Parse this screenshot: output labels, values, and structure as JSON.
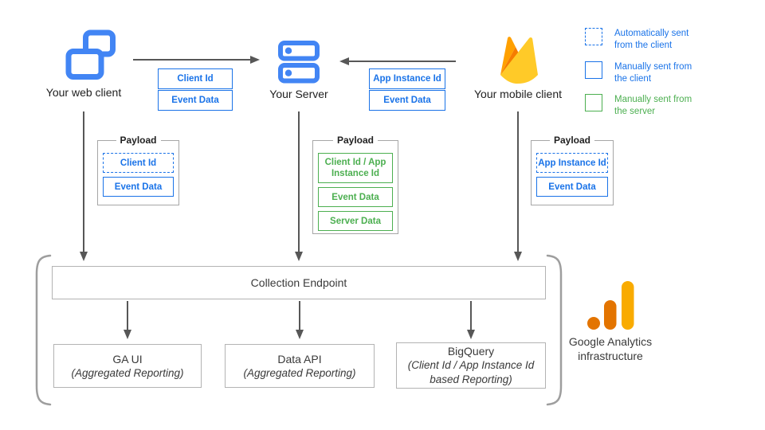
{
  "entities": {
    "web_client": {
      "label": "Your web client",
      "icon": "overlapping-browser-windows-icon"
    },
    "server": {
      "label": "Your Server",
      "icon": "server-stack-icon"
    },
    "mobile_client": {
      "label": "Your mobile client",
      "icon": "firebase-flame-icon"
    }
  },
  "flow_labels": {
    "web_to_server": [
      "Client Id",
      "Event Data"
    ],
    "mobile_to_server": [
      "App Instance Id",
      "Event Data"
    ]
  },
  "legend": {
    "items": [
      {
        "label": "Automatically sent from the client",
        "swatch": "dashed-blue"
      },
      {
        "label": "Manually sent from the client",
        "swatch": "solid-blue"
      },
      {
        "label": "Manually sent from the server",
        "swatch": "solid-green"
      }
    ]
  },
  "payloads": {
    "web": {
      "title": "Payload",
      "items": [
        {
          "label": "Client Id",
          "style": "dashed-blue"
        },
        {
          "label": "Event Data",
          "style": "solid-blue"
        }
      ]
    },
    "server": {
      "title": "Payload",
      "items": [
        {
          "label": "Client Id / App Instance Id",
          "style": "solid-green"
        },
        {
          "label": "Event Data",
          "style": "solid-green"
        },
        {
          "label": "Server Data",
          "style": "solid-green"
        }
      ]
    },
    "mobile": {
      "title": "Payload",
      "items": [
        {
          "label": "App Instance Id",
          "style": "dashed-blue"
        },
        {
          "label": "Event Data",
          "style": "solid-blue"
        }
      ]
    }
  },
  "infrastructure": {
    "collection_endpoint": "Collection Endpoint",
    "nodes": [
      {
        "name": "GA UI",
        "sub": "(Aggregated Reporting)"
      },
      {
        "name": "Data API",
        "sub": "(Aggregated Reporting)"
      },
      {
        "name": "BigQuery",
        "sub": "(Client Id / App Instance Id based Reporting)"
      }
    ],
    "brand": {
      "logo": "google-analytics-logo",
      "line1": "Google Analytics",
      "line2": "infrastructure"
    }
  },
  "colors": {
    "chip_blue": "#1A73E8",
    "chip_green": "#4CAF50",
    "icon_blue": "#4285F4",
    "arrow_gray": "#575757",
    "bracket_gray": "#9E9E9E",
    "firebase_yellow": "#FFCA28",
    "firebase_orange": "#FFA000",
    "firebase_dark_orange": "#F57C00",
    "ga_orange": "#E37400",
    "ga_yellow": "#F9AB00"
  }
}
